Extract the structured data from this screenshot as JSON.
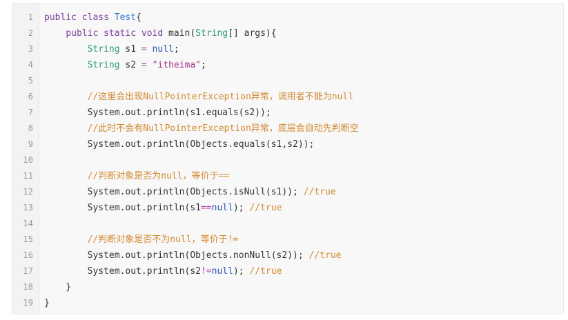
{
  "code_block": {
    "colors": {
      "keyword": "#7a3e9d",
      "type": "#2f9e6e",
      "class": "#2b6fd6",
      "string": "#a8388a",
      "literal": "#2b55b8",
      "operator": "#b03cab",
      "comment": "#d18a30",
      "plain": "#333333",
      "line_number": "#9a9a9a"
    },
    "lines": [
      {
        "n": "1",
        "tokens": [
          [
            "kw",
            "public class "
          ],
          [
            "cls",
            "Test"
          ],
          [
            "plain",
            "{"
          ]
        ]
      },
      {
        "n": "2",
        "tokens": [
          [
            "plain",
            "    "
          ],
          [
            "kw",
            "public static void "
          ],
          [
            "plain",
            "main("
          ],
          [
            "type",
            "String"
          ],
          [
            "plain",
            "[] args){"
          ]
        ]
      },
      {
        "n": "3",
        "tokens": [
          [
            "plain",
            "        "
          ],
          [
            "type",
            "String"
          ],
          [
            "plain",
            " s1 "
          ],
          [
            "op",
            "="
          ],
          [
            "plain",
            " "
          ],
          [
            "lit",
            "null"
          ],
          [
            "plain",
            ";"
          ]
        ]
      },
      {
        "n": "4",
        "tokens": [
          [
            "plain",
            "        "
          ],
          [
            "type",
            "String"
          ],
          [
            "plain",
            " s2 "
          ],
          [
            "op",
            "="
          ],
          [
            "plain",
            " "
          ],
          [
            "str",
            "\"itheima\""
          ],
          [
            "plain",
            ";"
          ]
        ]
      },
      {
        "n": "5",
        "tokens": []
      },
      {
        "n": "6",
        "tokens": [
          [
            "plain",
            "        "
          ],
          [
            "com",
            "//这里会出现NullPointerException异常，调用者不能为null"
          ]
        ]
      },
      {
        "n": "7",
        "tokens": [
          [
            "plain",
            "        System.out.println(s1.equals(s2));"
          ]
        ]
      },
      {
        "n": "8",
        "tokens": [
          [
            "plain",
            "        "
          ],
          [
            "com",
            "//此时不会有NullPointerException异常，底层会自动先判断空"
          ]
        ]
      },
      {
        "n": "9",
        "tokens": [
          [
            "plain",
            "        System.out.println(Objects.equals(s1,s2));"
          ]
        ]
      },
      {
        "n": "10",
        "tokens": []
      },
      {
        "n": "11",
        "tokens": [
          [
            "plain",
            "        "
          ],
          [
            "com",
            "//判断对象是否为null，等价于=="
          ]
        ]
      },
      {
        "n": "12",
        "tokens": [
          [
            "plain",
            "        System.out.println(Objects.isNull(s1)); "
          ],
          [
            "com",
            "//true"
          ]
        ]
      },
      {
        "n": "13",
        "tokens": [
          [
            "plain",
            "        System.out.println(s1"
          ],
          [
            "op",
            "=="
          ],
          [
            "lit",
            "null"
          ],
          [
            "plain",
            "); "
          ],
          [
            "com",
            "//true"
          ]
        ]
      },
      {
        "n": "14",
        "tokens": []
      },
      {
        "n": "15",
        "tokens": [
          [
            "plain",
            "        "
          ],
          [
            "com",
            "//判断对象是否不为null，等价于!="
          ]
        ]
      },
      {
        "n": "16",
        "tokens": [
          [
            "plain",
            "        System.out.println(Objects.nonNull(s2)); "
          ],
          [
            "com",
            "//true"
          ]
        ]
      },
      {
        "n": "17",
        "tokens": [
          [
            "plain",
            "        System.out.println(s2"
          ],
          [
            "op",
            "!="
          ],
          [
            "lit",
            "null"
          ],
          [
            "plain",
            "); "
          ],
          [
            "com",
            "//true"
          ]
        ]
      },
      {
        "n": "18",
        "tokens": [
          [
            "plain",
            "    }"
          ]
        ]
      },
      {
        "n": "19",
        "tokens": [
          [
            "plain",
            "}"
          ]
        ]
      }
    ]
  }
}
